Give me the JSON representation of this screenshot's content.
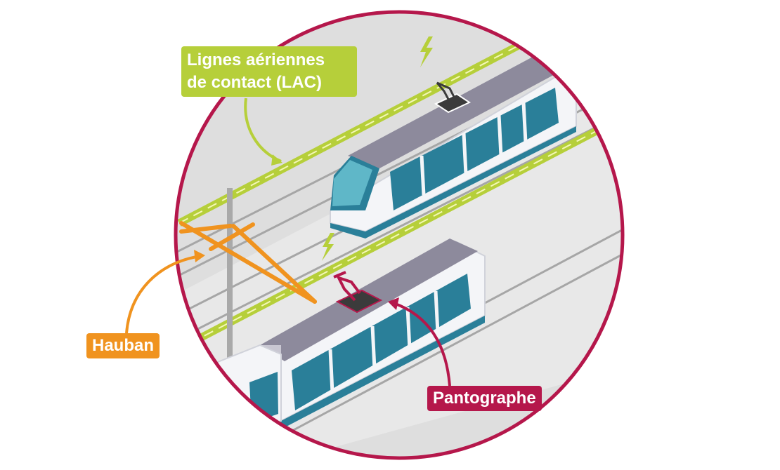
{
  "labels": {
    "lac_line1": "Lignes aériennes",
    "lac_line2": "de contact (LAC)",
    "hauban": "Hauban",
    "pantographe": "Pantographe"
  },
  "colors": {
    "lac": "#b6cf3a",
    "hauban": "#f0931f",
    "pantographe": "#b5174b",
    "circle_border": "#b5174b",
    "ground": "#dedede",
    "tram_body": "#f4f5f8",
    "tram_roof": "#8d8a9c",
    "tram_window": "#2a7f99"
  },
  "icons": [
    "lightning-bolt-icon",
    "lightning-bolt-icon"
  ]
}
